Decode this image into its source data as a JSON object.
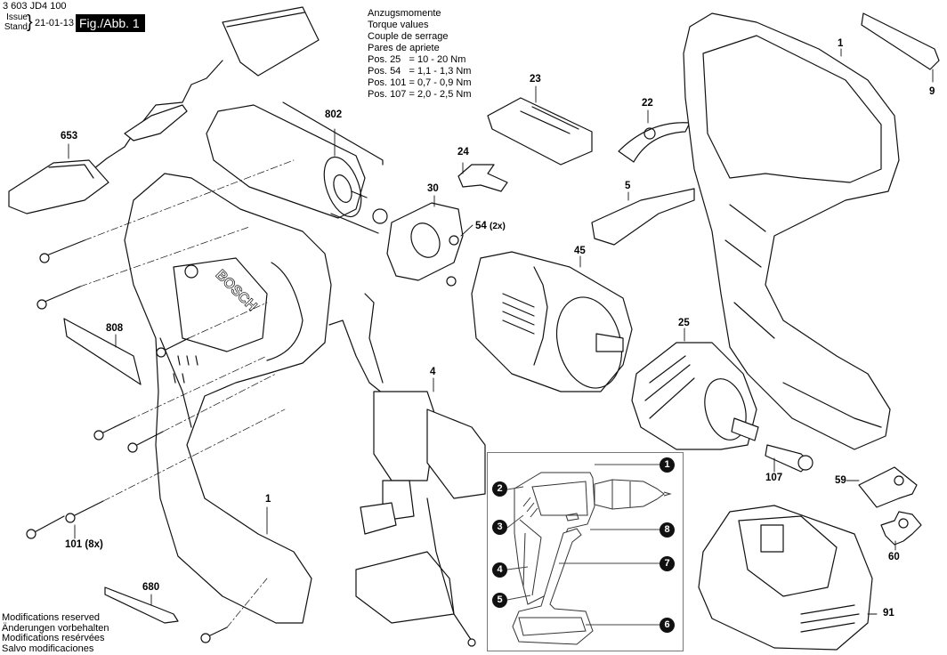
{
  "header": {
    "document_code": "3 603 JD4 100",
    "issue_label_1": "Issue",
    "issue_label_2": "Stand",
    "issue_date": "21-01-13",
    "figure_label": "Fig./Abb. 1"
  },
  "torque_table": {
    "title_de": "Anzugsmomente",
    "title_en": "Torque values",
    "title_fr": "Couple de serrage",
    "title_es": "Pares de apriete",
    "rows": [
      {
        "text": "Pos. 25   = 10 - 20 Nm"
      },
      {
        "text": "Pos. 54   = 1,1 - 1,3 Nm"
      },
      {
        "text": "Pos. 101 = 0,7 - 0,9 Nm"
      },
      {
        "text": "Pos. 107 = 2,0 - 2,5 Nm"
      }
    ]
  },
  "footer": {
    "line_en": "Modifications reserved",
    "line_de": "Änderungen vorbehalten",
    "line_fr": "Modifications resérvées",
    "line_es": "Salvo modificaciones"
  },
  "part_labels": {
    "p653": "653",
    "p802": "802",
    "p23": "23",
    "p22": "22",
    "p24": "24",
    "p30": "30",
    "p54": "54",
    "p54_qty": "(2x)",
    "p5": "5",
    "p45": "45",
    "p808": "808",
    "p4": "4",
    "p1_right": "1",
    "p1_left": "1",
    "p9": "9",
    "p25": "25",
    "p107": "107",
    "p59": "59",
    "p60": "60",
    "p91": "91",
    "p101": "101 (8x)",
    "p680": "680"
  },
  "inset_callouts": [
    "1",
    "2",
    "3",
    "4",
    "5",
    "6",
    "7",
    "8"
  ],
  "brand_text": "BOSCH"
}
